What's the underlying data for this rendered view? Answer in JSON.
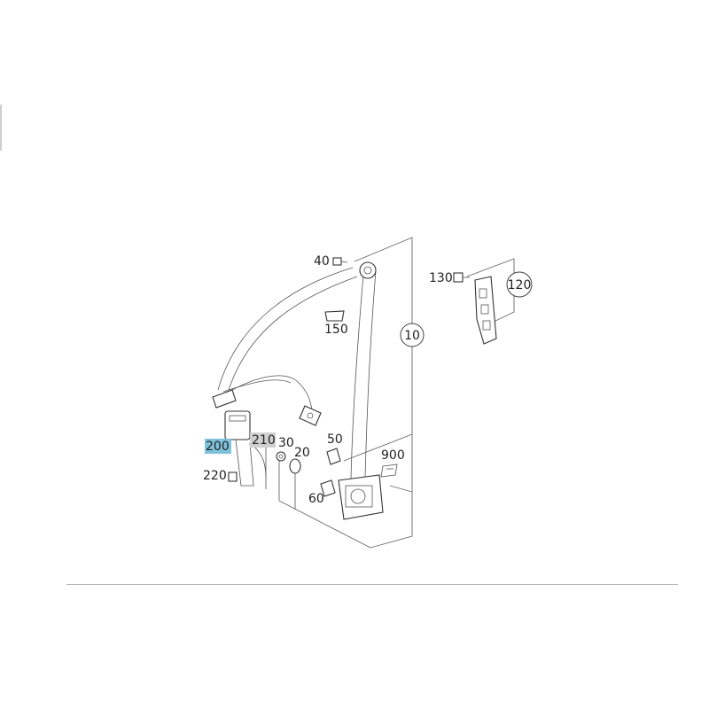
{
  "colors": {
    "highlight_selected": "#7fc2dc",
    "highlight_related": "#d0d0d0",
    "line": "#555555"
  },
  "callouts": {
    "c10": "10",
    "c20": "20",
    "c30": "30",
    "c40": "40",
    "c50": "50",
    "c60": "60",
    "c120": "120",
    "c130": "130",
    "c150": "150",
    "c200": "200",
    "c210": "210",
    "c220": "220",
    "c900": "900"
  }
}
